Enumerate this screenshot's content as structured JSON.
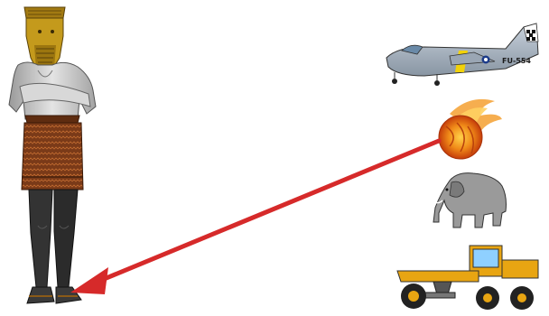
{
  "figures": {
    "statue": {
      "icon": "statue-figure",
      "parts": [
        "gold-head",
        "silver-chest-arms",
        "bronze-waist",
        "iron-legs",
        "feet"
      ]
    },
    "objects": [
      {
        "icon": "jet-aircraft",
        "marking": "FU-554"
      },
      {
        "icon": "fireball-meteor"
      },
      {
        "icon": "elephant"
      },
      {
        "icon": "bulldozer"
      }
    ]
  },
  "arrow": {
    "from": "fireball-meteor",
    "to": "statue-feet",
    "color": "#d62a2a"
  },
  "colors": {
    "gold": "#c49a1c",
    "silver": "#bfbfbf",
    "bronze": "#8a4a22",
    "iron": "#333333",
    "arrow": "#d62a2a",
    "fire": "#e86a10",
    "machine_yellow": "#e8a512"
  }
}
